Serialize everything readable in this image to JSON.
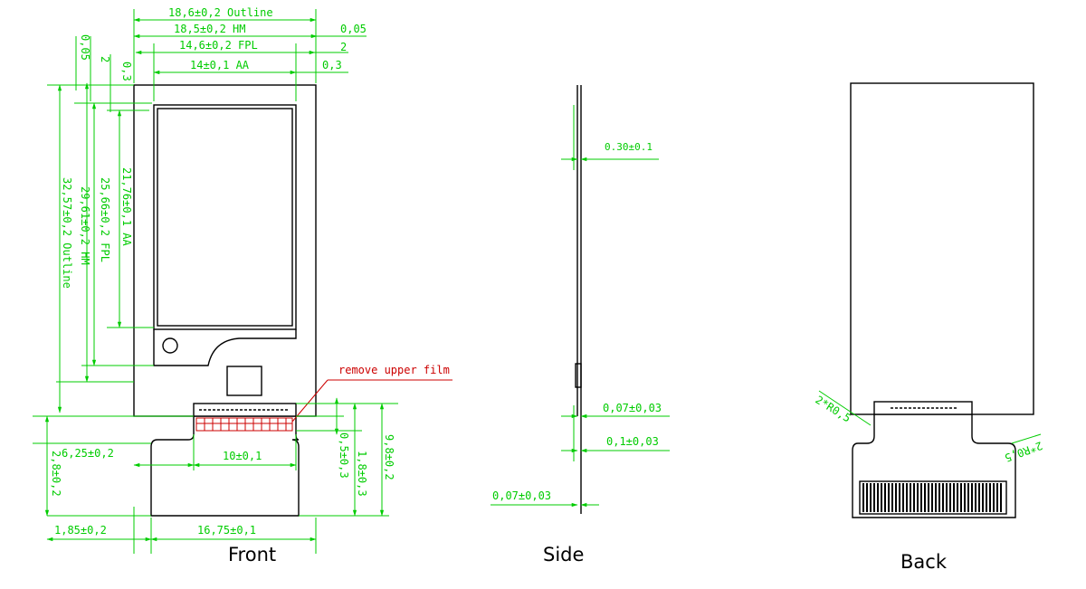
{
  "views": {
    "front": "Front",
    "side": "Side",
    "back": "Back"
  },
  "front": {
    "width_outline": "18,6±0,2 Outline",
    "width_hm": "18,5±0,2 HM",
    "width_fpl": "14,6±0,2 FPL",
    "width_aa": "14±0,1 AA",
    "right_offset_hm": "0,05",
    "right_offset_fpl": "2",
    "right_offset_aa": "0,3",
    "left_offset_hm": "0,05",
    "left_offset_fpl": "2",
    "left_offset_aa": "0,3",
    "height_aa": "21,76±0,1 AA",
    "height_fpl": "25,66±0,2 FPL",
    "height_hm": "29,61±0,2 HM",
    "height_outline": "32,57±0,2 Outline",
    "annotation": "remove upper film",
    "fpc_offset": "6,25±0,2",
    "fpc_contact_width": "10±0,1",
    "tail_height": "2,8±0,2",
    "tail_edge": "1,85±0,2",
    "tail_width": "16,75±0,1",
    "dim_0_5": "0,5±0,3",
    "dim_1_8": "1,8±0,3",
    "dim_9_8": "9,8±0,2"
  },
  "side": {
    "thickness": "0.30±0.1",
    "layer1": "0,07±0,03",
    "layer2": "0,1±0,03",
    "layer3": "0,07±0,03"
  },
  "back": {
    "radius_left": "2*R0,5",
    "radius_right": "2*R0,5"
  }
}
